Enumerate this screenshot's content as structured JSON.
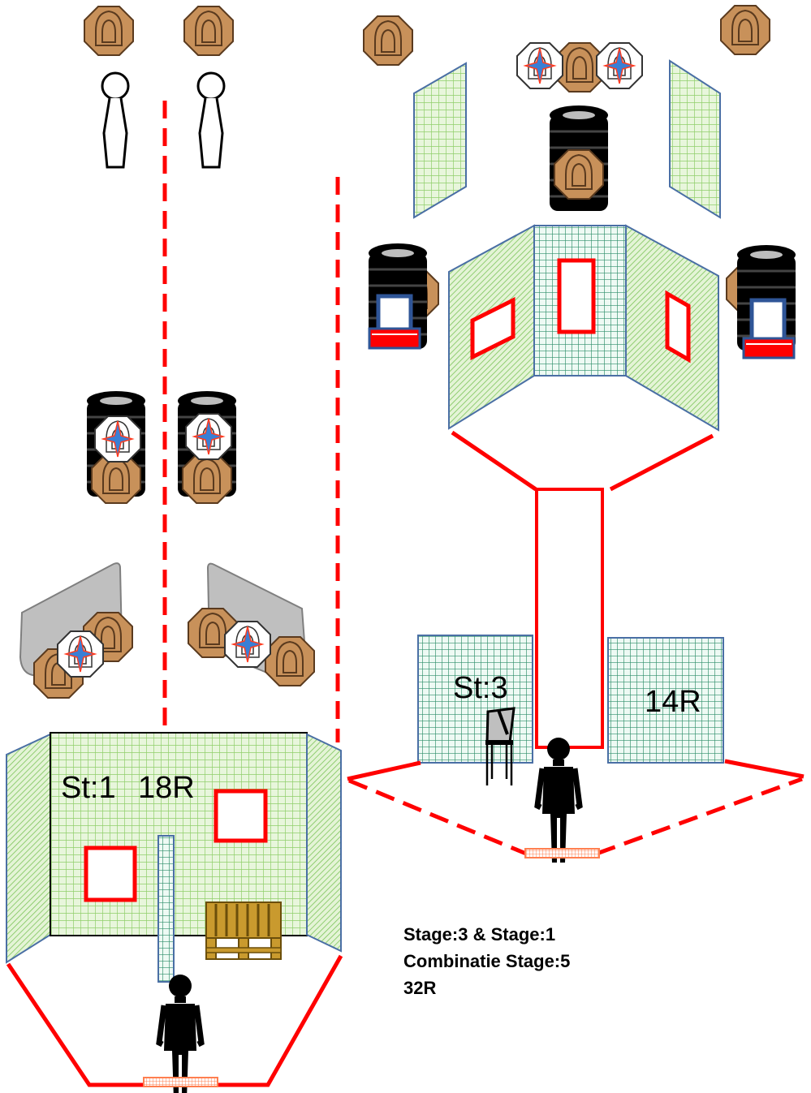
{
  "labels": {
    "stage1": "St:1",
    "stage1_rounds": "18R",
    "stage3": "St:3",
    "stage3_rounds": "14R"
  },
  "notes": {
    "line1": "Stage:3 & Stage:1",
    "line2": "Combinatie Stage:5",
    "line3": "32R"
  },
  "colors": {
    "fault_line": "#ff0000",
    "wall_light_green": "#a8d98a",
    "wall_teal": "#2e8b6e",
    "wall_border": "#4a6fa5",
    "steel_target": "#c8915a",
    "barricade_grey": "#bfbfbf",
    "tire": "#000000",
    "barrel_frame": "#2f5597",
    "pallet": "#b8860b",
    "shooter": "#000000",
    "start_box": "#ff7f50"
  }
}
